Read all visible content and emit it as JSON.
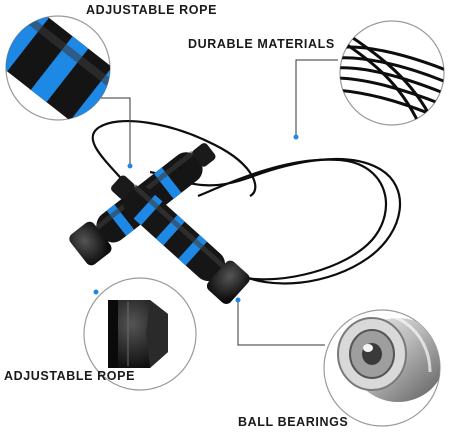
{
  "labels": {
    "top_left": "ADJUSTABLE ROPE",
    "top_right": "DURABLE MATERIALS",
    "bottom_left": "ADJUSTABLE ROPE",
    "bottom_right": "BALL BEARINGS"
  },
  "colors": {
    "accent": "#1e88e5",
    "handle": "#141414",
    "leader_line": "#333333",
    "circle_border": "#9a9a9a"
  }
}
